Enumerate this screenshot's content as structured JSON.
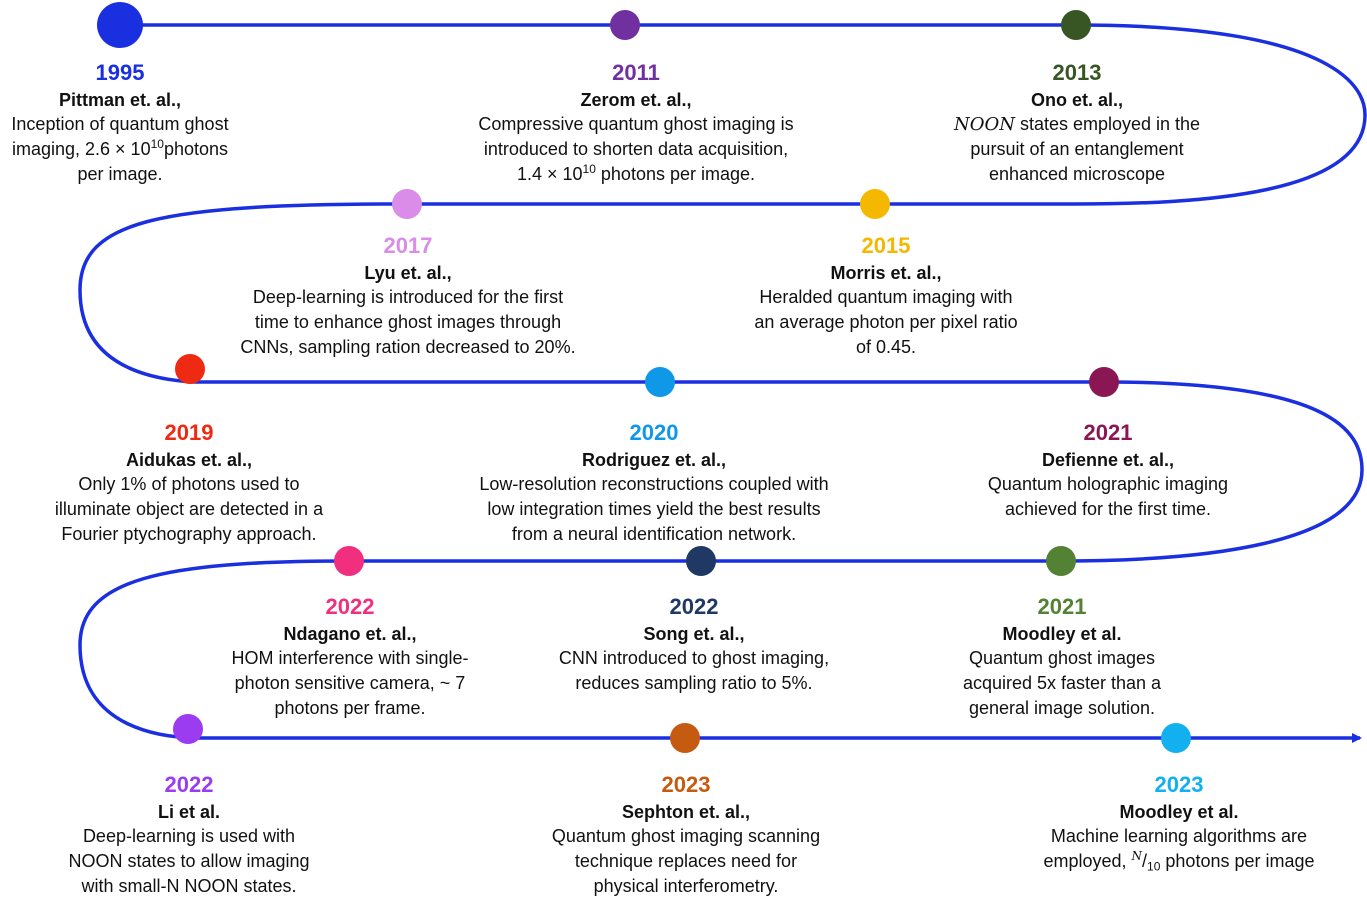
{
  "line_color": "#1a2fe0",
  "events": [
    {
      "id": "pittman-1995",
      "year": "1995",
      "color": "#1a2fe0",
      "author": "Pittman et. al.,",
      "lines": [
        "Inception of quantum ghost",
        "imaging, 2.6 × 10<sup>10</sup>photons",
        "per image."
      ]
    },
    {
      "id": "zerom-2011",
      "year": "2011",
      "color": "#7030a0",
      "author": "Zerom et. al.,",
      "lines": [
        "Compressive quantum ghost imaging is",
        "introduced to shorten data acquisition,",
        "1.4 × 10<sup>10</sup> photons per image."
      ]
    },
    {
      "id": "ono-2013",
      "year": "2013",
      "color": "#375623",
      "author": "Ono et. al.,",
      "lines": [
        "<span class=\"math\">NOON</span> states employed in the",
        "pursuit of an entanglement",
        "enhanced microscope"
      ]
    },
    {
      "id": "lyu-2017",
      "year": "2017",
      "color": "#d98ce8",
      "author": "Lyu et. al.,",
      "lines": [
        "Deep-learning is introduced for the first",
        "time to enhance ghost images through",
        "CNNs, sampling ration decreased to 20%."
      ]
    },
    {
      "id": "morris-2015",
      "year": "2015",
      "color": "#f5b800",
      "author": "Morris et. al.,",
      "lines": [
        "Heralded quantum imaging with",
        "an average photon per pixel ratio",
        "of 0.45."
      ]
    },
    {
      "id": "aidukas-2019",
      "year": "2019",
      "color": "#ee2a12",
      "author": "Aidukas et. al.,",
      "lines": [
        "Only 1% of photons used to",
        "illuminate object are detected in a",
        "Fourier ptychography approach."
      ]
    },
    {
      "id": "rodriguez-2020",
      "year": "2020",
      "color": "#0f97e8",
      "author": "Rodriguez et. al.,",
      "lines": [
        "Low-resolution reconstructions coupled with",
        "low integration times yield the best results",
        "from a neural identification network."
      ]
    },
    {
      "id": "defienne-2021",
      "year": "2021",
      "color": "#8b1654",
      "author": "Defienne et. al.,",
      "lines": [
        "Quantum holographic imaging",
        "achieved for the first time."
      ]
    },
    {
      "id": "ndagano-2022",
      "year": "2022",
      "color": "#f0307e",
      "author": "Ndagano et. al.,",
      "lines": [
        "HOM interference with single-",
        "photon sensitive camera, ~ 7",
        "photons per frame."
      ]
    },
    {
      "id": "song-2022",
      "year": "2022",
      "color": "#1f3864",
      "author": "Song et. al.,",
      "lines": [
        "CNN introduced to ghost imaging,",
        "reduces sampling ratio to 5%."
      ]
    },
    {
      "id": "moodley-2021",
      "year": "2021",
      "color": "#548235",
      "author": "Moodley et al.",
      "lines": [
        "Quantum ghost images",
        "acquired 5x faster than a",
        "general image solution."
      ]
    },
    {
      "id": "li-2022",
      "year": "2022",
      "color": "#9b3cf0",
      "author": "Li et al.",
      "lines": [
        "Deep-learning is used with",
        "NOON states to allow imaging",
        "with small-N NOON states."
      ]
    },
    {
      "id": "sephton-2023",
      "year": "2023",
      "color": "#c55a11",
      "author": "Sephton et. al.,",
      "lines": [
        "Quantum ghost imaging scanning",
        "technique replaces need for",
        "physical interferometry."
      ]
    },
    {
      "id": "moodley-2023",
      "year": "2023",
      "color": "#12b0ee",
      "author": "Moodley et al.",
      "lines": [
        "Machine learning algorithms are",
        "employed, <sup class=\"math\">N</sup>/<sub>10</sub> photons per image"
      ]
    }
  ]
}
